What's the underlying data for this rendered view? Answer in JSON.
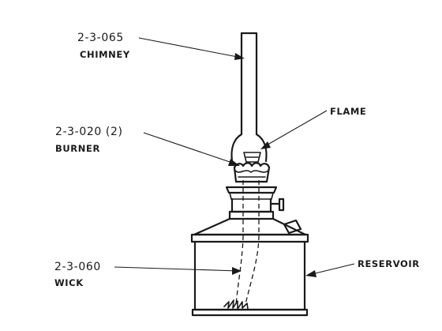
{
  "labels": {
    "chimney": {
      "part_number": "2-3-065",
      "name": "CHIMNEY"
    },
    "flame": {
      "name": "FLAME"
    },
    "burner": {
      "part_number": "2-3-020 (2)",
      "name": "BURNER"
    },
    "wick": {
      "part_number": "2-3-060",
      "name": "WICK"
    },
    "reservoir": {
      "name": "RESERVOIR"
    }
  }
}
